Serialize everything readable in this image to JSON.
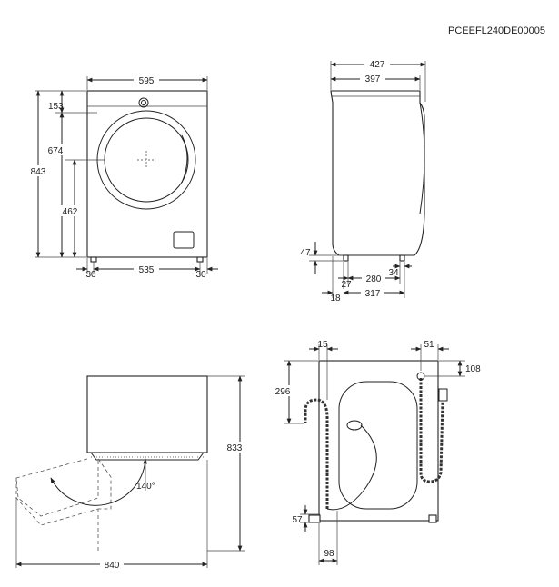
{
  "doc_code": "PCEEFL240DE00005",
  "front": {
    "width": "595",
    "height_total": "843",
    "height_door_top": "674",
    "height_door_center": "462",
    "top_to_door": "153",
    "feet_span": "535",
    "foot_left_offset": "30",
    "foot_right_offset": "30"
  },
  "side": {
    "depth_total": "427",
    "depth_body": "397",
    "foot_height": "47",
    "foot_offset_front": "18",
    "foot_offset_2": "27",
    "foot_span": "280",
    "depth_to_rear_foot": "317",
    "rear_foot_offset": "34"
  },
  "door": {
    "open_depth": "840",
    "height": "833",
    "angle": "140°"
  },
  "rear": {
    "left_offset": "15",
    "right_offset": "51",
    "top_offset": "108",
    "hose_height": "296",
    "bottom_offset": "57",
    "bottom_width": "98"
  }
}
